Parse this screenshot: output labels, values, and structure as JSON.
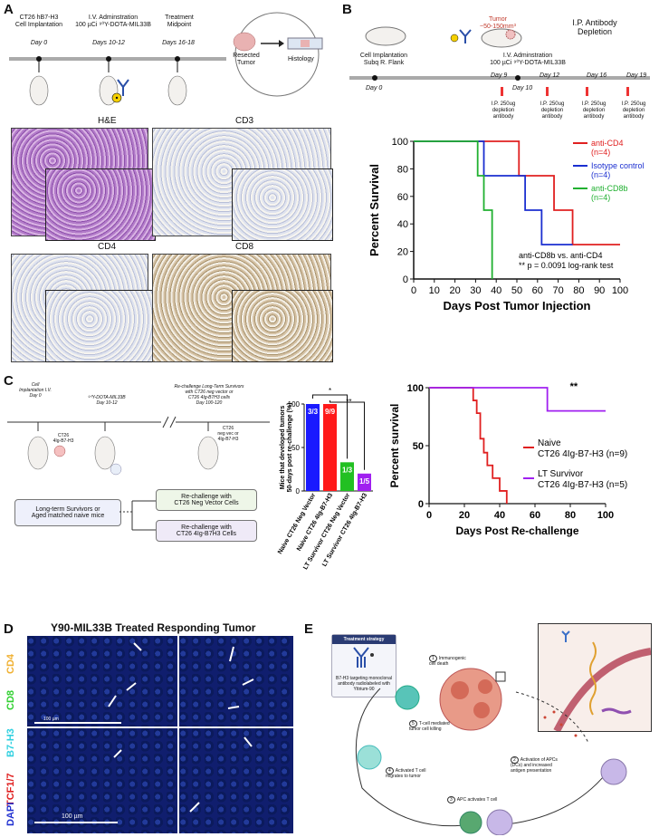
{
  "panels": {
    "a": "A",
    "b": "B",
    "c": "C",
    "d": "D",
    "e": "E"
  },
  "a": {
    "timeline": [
      {
        "title": "CT26 hB7-H3\nCell Implantation",
        "day": "Day 0"
      },
      {
        "title": "I.V. Adminstration\n100 µCi ⁹⁰Y-DOTA-MIL33B",
        "day": "Days 10-12"
      },
      {
        "title": "Treatment\nMidpoint",
        "day": "Days 16-18"
      }
    ],
    "resected": "Resected\nTumor",
    "histology": "Histology",
    "stains": [
      "H&E",
      "CD3",
      "CD4",
      "CD8"
    ]
  },
  "b": {
    "implant": "Cell Implantation\nSubq R. Flank",
    "tumor": "Tumor\n~50-150mm³",
    "iv": "I.V. Adminstration\n100 µCi ⁹⁰Y-DOTA-MIL33B",
    "depletion": "I.P. Antibody\nDepletion",
    "day0": "Day 0",
    "day10": "Day 10",
    "days": [
      "Day 9",
      "Day 12",
      "Day 16",
      "Day 19"
    ],
    "dose": "I.P. 250ug\ndepletion\nantibody"
  },
  "chart_data": [
    {
      "type": "line",
      "id": "survival-b",
      "xlabel": "Days Post Tumor Injection",
      "ylabel": "Percent Survival",
      "xlim": [
        0,
        100
      ],
      "ylim": [
        0,
        100
      ],
      "xticks": [
        0,
        10,
        20,
        30,
        40,
        50,
        60,
        70,
        80,
        90,
        100
      ],
      "yticks": [
        0,
        20,
        40,
        60,
        80,
        100
      ],
      "series": [
        {
          "name": "anti-CD4",
          "n": "(n=4)",
          "color": "#e02020",
          "x": [
            0,
            51,
            51,
            68,
            68,
            77,
            77,
            100
          ],
          "y": [
            100,
            100,
            75,
            75,
            50,
            50,
            25,
            25
          ]
        },
        {
          "name": "Isotype control",
          "n": "(n=4)",
          "color": "#1b2fd0",
          "x": [
            0,
            34,
            34,
            54,
            54,
            62,
            62,
            77
          ],
          "y": [
            100,
            100,
            75,
            75,
            50,
            50,
            25,
            25
          ]
        },
        {
          "name": "anti-CD8b",
          "n": "(n=4)",
          "color": "#20b030",
          "x": [
            0,
            31,
            31,
            34,
            34,
            38,
            38
          ],
          "y": [
            100,
            100,
            75,
            75,
            50,
            50,
            0
          ]
        }
      ],
      "annotation": "anti-CD8b vs. anti-CD4\n** p = 0.0091 log-rank test"
    },
    {
      "type": "bar",
      "id": "bars-c",
      "ylabel": "Mice that developed tumors\n50-days post re-challenge (%)",
      "ylim": [
        0,
        100
      ],
      "yticks": [
        0,
        50,
        100
      ],
      "categories": [
        "Naive CT26 Neg Vector",
        "Naive CT26 4Ig-B7-H3",
        "LT Survivor CT26 Neg Vector",
        "LT Survivor CT26 4Ig-B7-H3"
      ],
      "values": [
        100,
        100,
        33,
        20
      ],
      "labels": [
        "3/3",
        "9/9",
        "1/3",
        "1/5"
      ],
      "colors": [
        "#1a1aff",
        "#ff1a1a",
        "#22c022",
        "#a020f0"
      ],
      "sig": [
        "*",
        "**"
      ]
    },
    {
      "type": "line",
      "id": "survival-c",
      "xlabel": "Days Post Re-challenge",
      "ylabel": "Percent survival",
      "xlim": [
        0,
        100
      ],
      "ylim": [
        0,
        100
      ],
      "xticks": [
        0,
        20,
        40,
        60,
        80,
        100
      ],
      "yticks": [
        0,
        50,
        100
      ],
      "series": [
        {
          "name": "Naive\nCT26 4Ig-B7-H3 (n=9)",
          "color": "#e02020",
          "x": [
            0,
            25,
            25,
            27,
            27,
            29,
            29,
            31,
            31,
            33,
            33,
            36,
            36,
            40,
            40,
            44,
            44
          ],
          "y": [
            100,
            100,
            89,
            89,
            78,
            78,
            56,
            56,
            44,
            44,
            33,
            33,
            22,
            22,
            11,
            11,
            0
          ]
        },
        {
          "name": "LT Survivor\nCT26 4Ig-B7-H3 (n=5)",
          "color": "#a020f0",
          "x": [
            0,
            67,
            67,
            100
          ],
          "y": [
            100,
            100,
            80,
            80
          ]
        }
      ],
      "sig": "**"
    }
  ],
  "c": {
    "timeline": [
      {
        "title": "Cell\nImplantation I.V.\nDay 0"
      },
      {
        "title": "⁹⁰Y-DOTA-MIL33B\nDay 10-12"
      },
      {
        "title": "Re-challenge Long-Term Survivors\nwith CT26 neg vector or\nCT26 4Ig-B7H3 cells\nDay 100-120"
      }
    ],
    "box_left": "Long-term Survivors or\nAged matched naive mice",
    "box_top": "Re-challenge with\nCT26 Neg Vector Cells",
    "box_bottom": "Re-challenge with\nCT26 4Ig-B7H3 Cells",
    "mouse_tag1": "CT26\n4Ig-B7-H3",
    "mouse_tag2": "CT26\nneg vec or\n4Ig-B7-H3"
  },
  "d": {
    "title": "Y90-MIL33B Treated Responding Tumor",
    "channels": [
      {
        "label": "CD4",
        "color": "#f0b030"
      },
      {
        "label": "CD8",
        "color": "#30d030"
      },
      {
        "label": "B7-H3",
        "color": "#30d0e0"
      },
      {
        "label": "TCF1/7",
        "color": "#e02020"
      },
      {
        "label": "DAPI",
        "color": "#2030d0"
      }
    ],
    "scale_small": "100 µm",
    "scale_large": "100 µm"
  },
  "e": {
    "strategy_title": "Treatment strategy",
    "strategy_text": "B7-H3 targeting monoclonal\nantibody radiolabeled with\nYttrium-90",
    "steps": [
      {
        "n": "1",
        "text": "Immunogenic\ncell death"
      },
      {
        "n": "2",
        "text": "Activation of APCs\n(DCs) and increased\nantigen presentation"
      },
      {
        "n": "3",
        "text": "APC activates T cell"
      },
      {
        "n": "4",
        "text": "Activated T cell\nmigrates to tumor"
      },
      {
        "n": "5",
        "text": "T-cell mediated\ntumor cell killing"
      }
    ]
  }
}
